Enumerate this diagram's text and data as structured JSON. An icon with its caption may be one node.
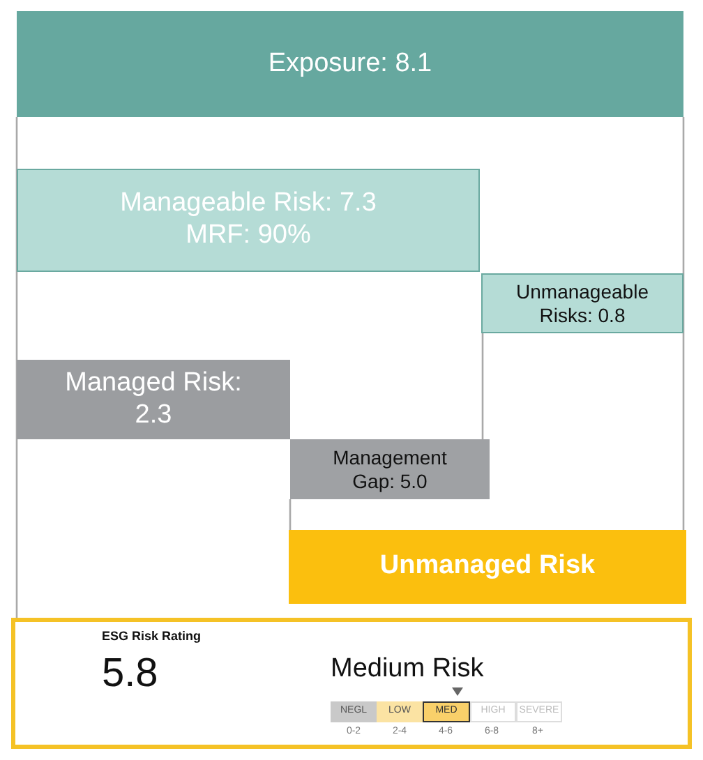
{
  "diagram": {
    "nodes": [
      {
        "text": [
          "Exposure: 8.1"
        ]
      },
      {
        "text": [
          "Manageable Risk: 7.3",
          "MRF: 90%"
        ]
      },
      {
        "text": [
          "Unmanageable Risks: 0.8"
        ]
      },
      {
        "text": [
          "Managed Risk: 2.3"
        ]
      },
      {
        "text": [
          "Management Gap: 5.0"
        ]
      },
      {
        "text": [
          "Unmanaged Risk"
        ]
      },
      {
        "text": [
          "ESG Risk Rating",
          "5.8",
          "Medium Risk"
        ]
      },
      {
        "text": [
          "NEGL"
        ],
        "in": 6
      },
      {
        "text": [
          "LOW"
        ],
        "in": 6
      },
      {
        "text": [
          "MED"
        ],
        "in": 6
      },
      {
        "text": [
          "HIGH"
        ],
        "in": 6
      },
      {
        "text": [
          "SEVERE"
        ],
        "in": 6
      }
    ],
    "edges": [
      {
        "from": 0,
        "to": 6,
        "arrow": "none"
      },
      {
        "from": 0,
        "to": 5,
        "arrow": "none"
      },
      {
        "from": 2,
        "to": 4,
        "arrow": "none"
      },
      {
        "from": 4,
        "to": 5,
        "arrow": "none"
      }
    ],
    "labels": [
      "0-2",
      "2-4",
      "4-6",
      "6-8",
      "8+"
    ]
  }
}
